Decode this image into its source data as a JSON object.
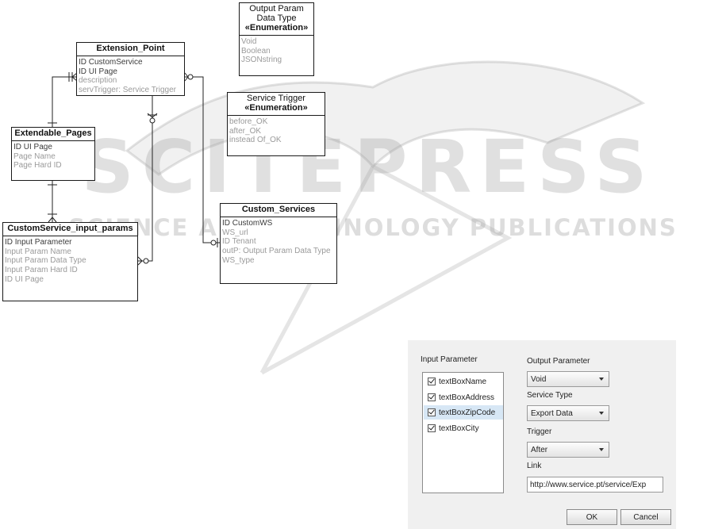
{
  "entities": {
    "extension_point": {
      "title": "Extension_Point",
      "attrs": [
        "ID CustomService",
        "ID UI Page",
        "description",
        "servTrigger: Service Trigger"
      ]
    },
    "extendable_pages": {
      "title": "Extendable_Pages",
      "attrs": [
        "ID UI Page",
        "Page Name",
        "Page Hard ID"
      ]
    },
    "custom_service_input_params": {
      "title": "CustomService_input_params",
      "attrs": [
        "ID Input Parameter",
        "Input Param Name",
        "Input Param Data Type",
        "Input Param Hard ID",
        "ID UI Page"
      ]
    },
    "custom_services": {
      "title": "Custom_Services",
      "attrs": [
        "ID CustomWS",
        "WS_url",
        "ID Tenant",
        "outP: Output Param Data Type",
        "WS_type"
      ]
    },
    "output_param_data_type": {
      "title": "Output Param Data Type",
      "stereotype": "«Enumeration»",
      "attrs": [
        "Void",
        "Boolean",
        "JSONstring"
      ]
    },
    "service_trigger": {
      "title": "Service Trigger",
      "stereotype": "«Enumeration»",
      "attrs": [
        "before_OK",
        "after_OK",
        "instead Of_OK"
      ]
    }
  },
  "watermark": {
    "title": "SCITEPRESS",
    "subtitle": "SCIENCE AND TECHNOLOGY PUBLICATIONS"
  },
  "dialog": {
    "input_parameter_label": "Input Parameter",
    "input_parameters": [
      "textBoxName",
      "textBoxAddress",
      "textBoxZipCode",
      "textBoxCity"
    ],
    "output_parameter_label": "Output Parameter",
    "output_parameter_value": "Void",
    "service_type_label": "Service Type",
    "service_type_value": "Export Data",
    "trigger_label": "Trigger",
    "trigger_value": "After",
    "link_label": "Link",
    "link_value": "http://www.service.pt/service/Exp",
    "ok_label": "OK",
    "cancel_label": "Cancel"
  }
}
